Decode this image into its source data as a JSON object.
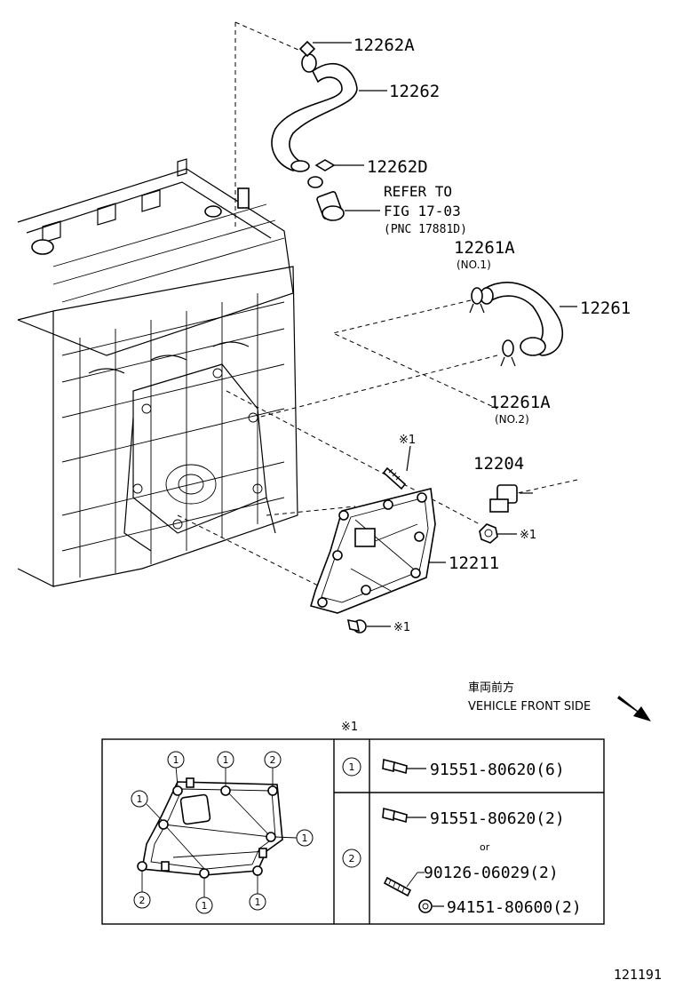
{
  "callouts": {
    "p12262A": "12262A",
    "p12262": "12262",
    "p12262D": "12262D",
    "refer_line1": "REFER TO",
    "refer_line2": "FIG 17-03",
    "refer_line3": "(PNC 17881D)",
    "p12261A_top": "12261A",
    "no1": "(NO.1)",
    "p12261": "12261",
    "p12261A_bot": "12261A",
    "no2": "(NO.2)",
    "p12204": "12204",
    "p12211": "12211",
    "mark1_a": "※1",
    "mark1_b": "※1",
    "mark1_c": "※1"
  },
  "direction": {
    "jp": "車両前方",
    "en": "VEHICLE FRONT SIDE"
  },
  "table": {
    "header_mark": "※1",
    "rows": [
      {
        "key": "1",
        "parts": [
          "91551-80620(6)"
        ]
      },
      {
        "key": "2",
        "parts": [
          "91551-80620(2)",
          "or",
          "90126-06029(2)",
          "94151-80600(2)"
        ]
      }
    ],
    "diagram_markers": [
      "1",
      "1",
      "2",
      "1",
      "1",
      "2",
      "1",
      "1"
    ]
  },
  "figure_number": "121191"
}
